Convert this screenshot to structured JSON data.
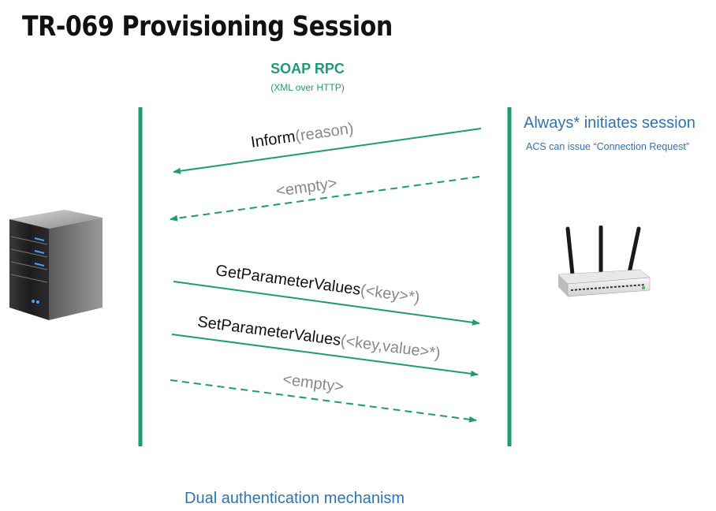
{
  "title": "TR-069 Provisioning Session",
  "soap": {
    "title": "SOAP RPC",
    "subtitle": "(XML over HTTP)"
  },
  "cpe_side": {
    "headline": "Always* initiates session",
    "note": "ACS can issue “Connection Request”"
  },
  "messages": [
    {
      "name": "Inform",
      "args": "(reason)",
      "direction": "to-acs",
      "style": "solid"
    },
    {
      "name": "",
      "args": "<empty>",
      "direction": "to-acs",
      "style": "dashed"
    },
    {
      "name": "GetParameterValues",
      "args": "(<key>*)",
      "direction": "to-cpe",
      "style": "solid"
    },
    {
      "name": "SetParameterValues",
      "args": "(<key,value>*)",
      "direction": "to-cpe",
      "style": "solid"
    },
    {
      "name": "",
      "args": "<empty>",
      "direction": "to-cpe",
      "style": "dashed"
    }
  ],
  "footer": "Dual authentication mechanism",
  "colors": {
    "accent_green": "#1f9a73",
    "blue_text": "#2e74b5",
    "gray_text": "#888888"
  },
  "icons": {
    "left": "server-icon",
    "right": "wifi-router-icon"
  }
}
